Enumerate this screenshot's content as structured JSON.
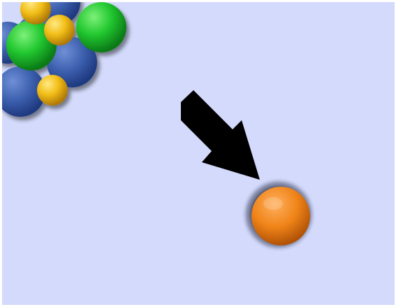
{
  "game": {
    "colors": {
      "background": "#d3dafb",
      "blue": "#3c5fae",
      "green": "#22c830",
      "yellow": "#f2be18",
      "orange": "#f08418",
      "arrow": "#000000"
    },
    "cluster_balls": [
      {
        "color": "blue"
      },
      {
        "color": "blue"
      },
      {
        "color": "blue"
      },
      {
        "color": "blue"
      },
      {
        "color": "blue"
      },
      {
        "color": "green"
      },
      {
        "color": "green"
      },
      {
        "color": "yellow"
      },
      {
        "color": "yellow"
      },
      {
        "color": "yellow"
      }
    ],
    "highlighted_ball": {
      "color": "orange",
      "state": "selected"
    },
    "pointer": {
      "icon": "arrow-pointer-icon",
      "direction": "down-right"
    }
  }
}
